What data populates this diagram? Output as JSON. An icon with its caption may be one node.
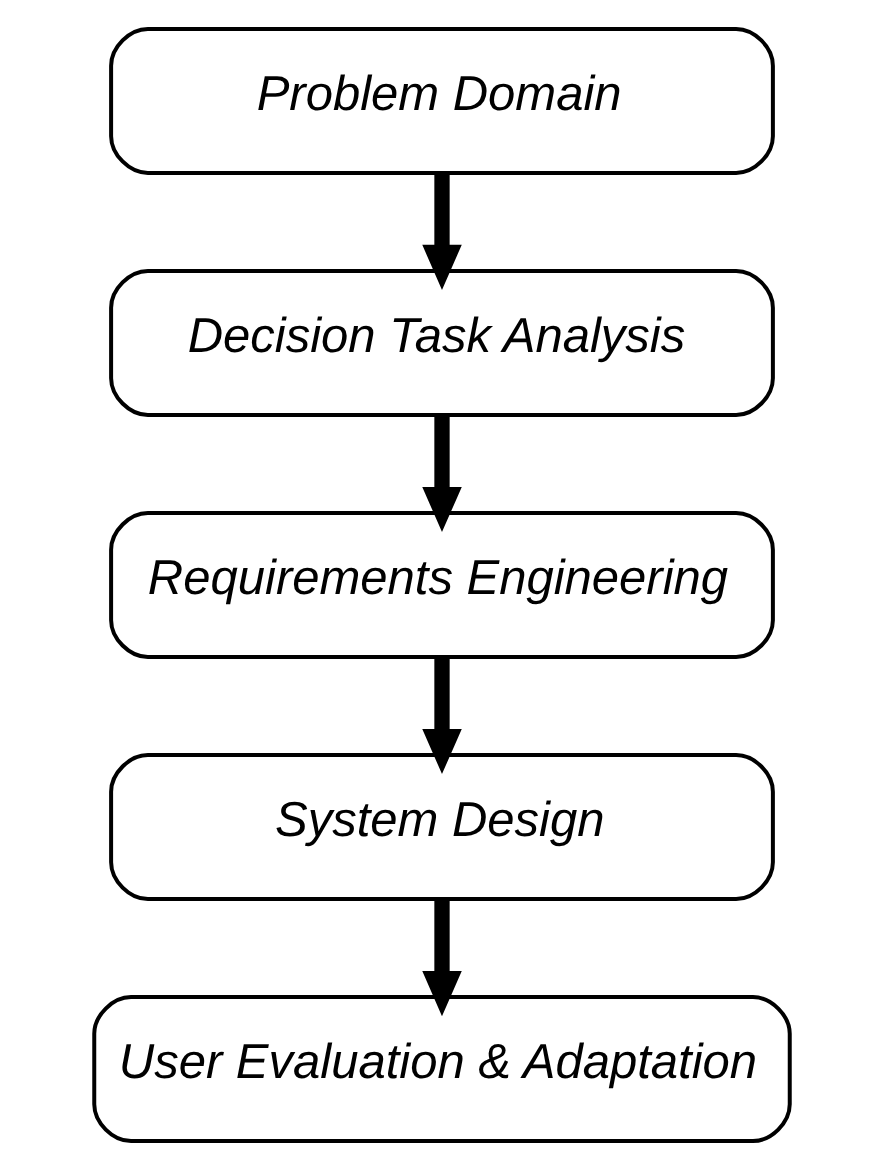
{
  "diagram": {
    "nodes": [
      {
        "text": [
          "Problem Domain"
        ]
      },
      {
        "text": [
          "Decision Task Analysis"
        ]
      },
      {
        "text": [
          "Requirements Engineering"
        ]
      },
      {
        "text": [
          "System Design"
        ]
      },
      {
        "text": [
          "User Evaluation & Adaptation"
        ]
      }
    ],
    "edges": [
      {
        "from": 0,
        "to": 1,
        "arrow": "to"
      },
      {
        "from": 1,
        "to": 2,
        "arrow": "to"
      },
      {
        "from": 2,
        "to": 3,
        "arrow": "to"
      },
      {
        "from": 3,
        "to": 4,
        "arrow": "to"
      }
    ]
  }
}
